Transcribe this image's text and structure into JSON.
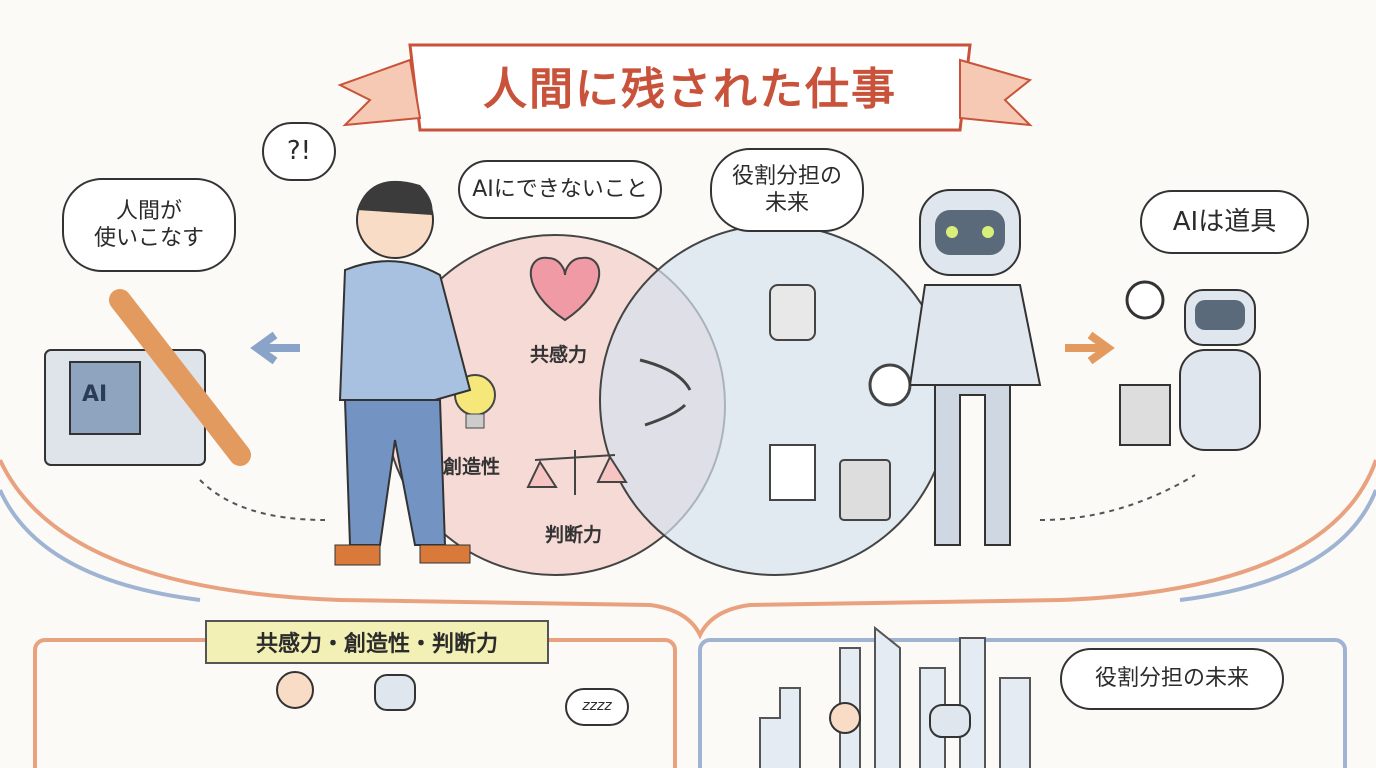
{
  "title": "人間に残された仕事",
  "bubbles": {
    "left_question": "?!",
    "human_uses": "人間が\n使いこなす",
    "ai_cannot": "AIにできないこと",
    "role_future": "役割分担の\n未来",
    "ai_tool": "AIは道具",
    "bottom_role_future": "役割分担の未来",
    "sleep": "zzzz"
  },
  "panel_sign": "AI",
  "venn": {
    "left_items": [
      "共感力",
      "創造性",
      "判断力"
    ],
    "left_color": "#f4d3d0",
    "right_color": "#d6e2ee",
    "overlap_color": "#d9c9d9"
  },
  "bottom_banner": "共感力・創造性・判断力",
  "colors": {
    "accent": "#e9a27f",
    "title": "#c8533a",
    "blue_frame": "#9fb4d3"
  }
}
